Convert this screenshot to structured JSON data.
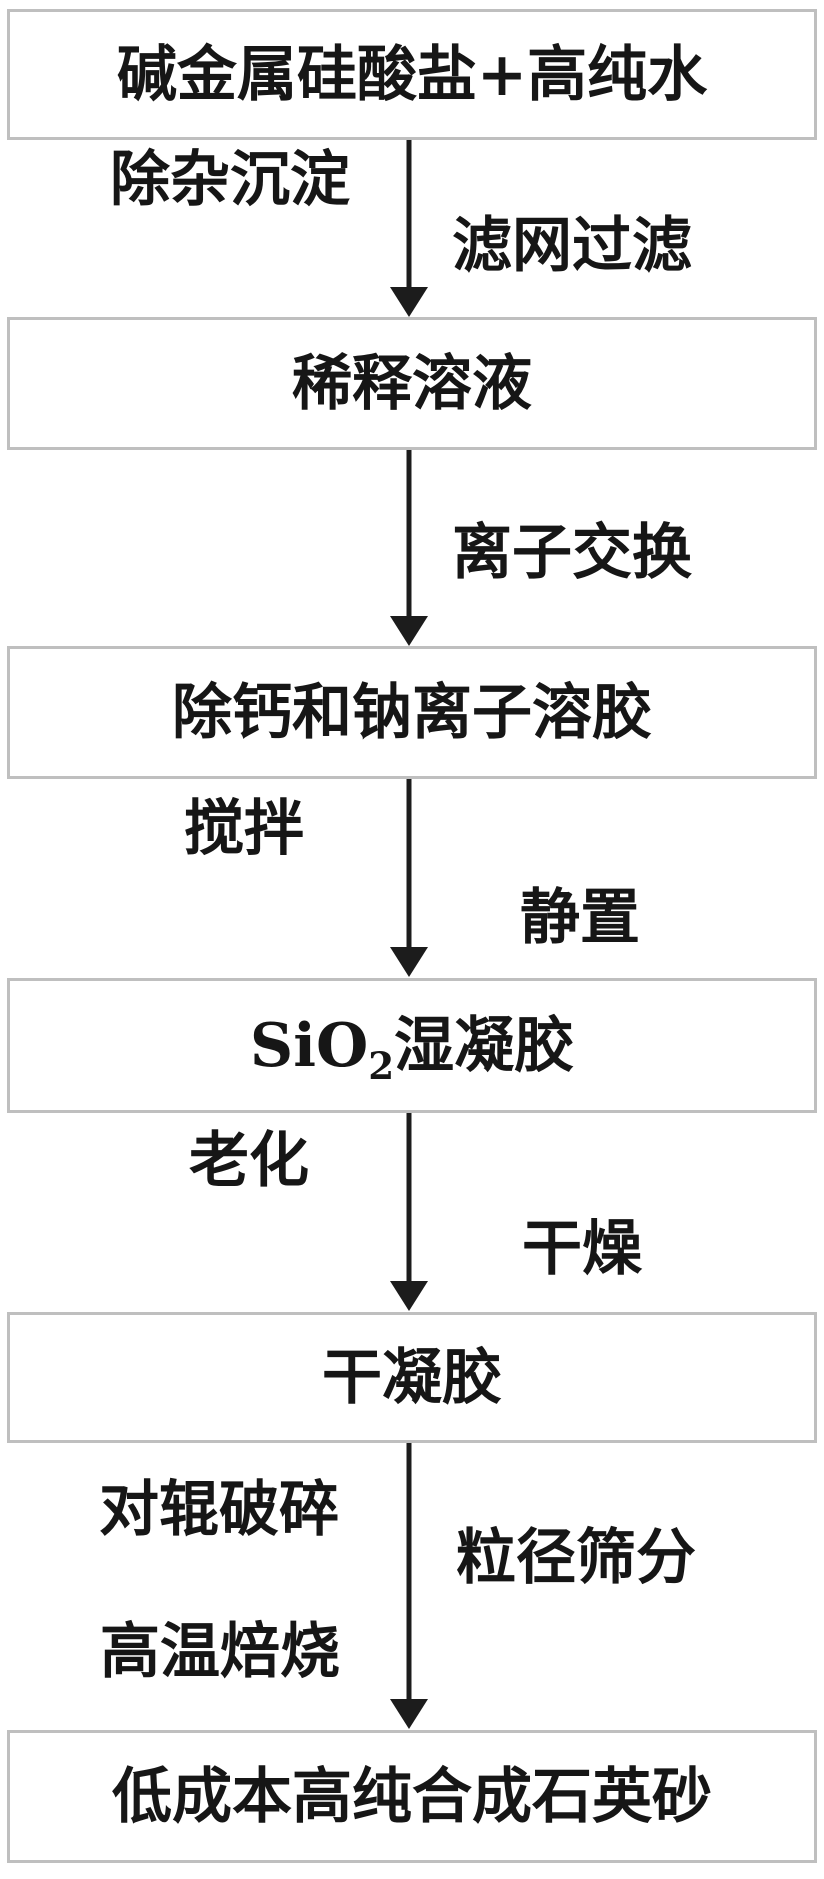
{
  "colors": {
    "page_bg": "#ffffff",
    "box_fill": "#ffffff",
    "box_border": "#bfbfbf",
    "text": "#161616",
    "arrow": "#1c1c1c"
  },
  "flow": {
    "type": "vertical-process-flowchart",
    "boxes": [
      {
        "text": "碱金属硅酸盐+高纯水"
      },
      {
        "text": "稀释溶液"
      },
      {
        "text": "除钙和钠离子溶胶"
      },
      {
        "pre": "SiO",
        "sub": "2",
        "post": "湿凝胶"
      },
      {
        "text": "干凝胶"
      },
      {
        "text": "低成本高纯合成石英砂"
      }
    ],
    "step_labels": [
      {
        "text": "除杂沉淀",
        "side": "left",
        "between": [
          "碱金属硅酸盐+高纯水",
          "稀释溶液"
        ]
      },
      {
        "text": "滤网过滤",
        "side": "right",
        "between": [
          "碱金属硅酸盐+高纯水",
          "稀释溶液"
        ]
      },
      {
        "text": "离子交换",
        "side": "right",
        "between": [
          "稀释溶液",
          "除钙和钠离子溶胶"
        ]
      },
      {
        "text": "搅拌",
        "side": "left",
        "between": [
          "除钙和钠离子溶胶",
          "SiO2湿凝胶"
        ]
      },
      {
        "text": "静置",
        "side": "right",
        "between": [
          "除钙和钠离子溶胶",
          "SiO2湿凝胶"
        ]
      },
      {
        "text": "老化",
        "side": "left",
        "between": [
          "SiO2湿凝胶",
          "干凝胶"
        ]
      },
      {
        "text": "干燥",
        "side": "right",
        "between": [
          "SiO2湿凝胶",
          "干凝胶"
        ]
      },
      {
        "text": "对辊破碎",
        "side": "left",
        "between": [
          "干凝胶",
          "低成本高纯合成石英砂"
        ]
      },
      {
        "text": "粒径筛分",
        "side": "right",
        "between": [
          "干凝胶",
          "低成本高纯合成石英砂"
        ]
      },
      {
        "text": "高温焙烧",
        "side": "left",
        "between": [
          "干凝胶",
          "低成本高纯合成石英砂"
        ]
      }
    ]
  }
}
